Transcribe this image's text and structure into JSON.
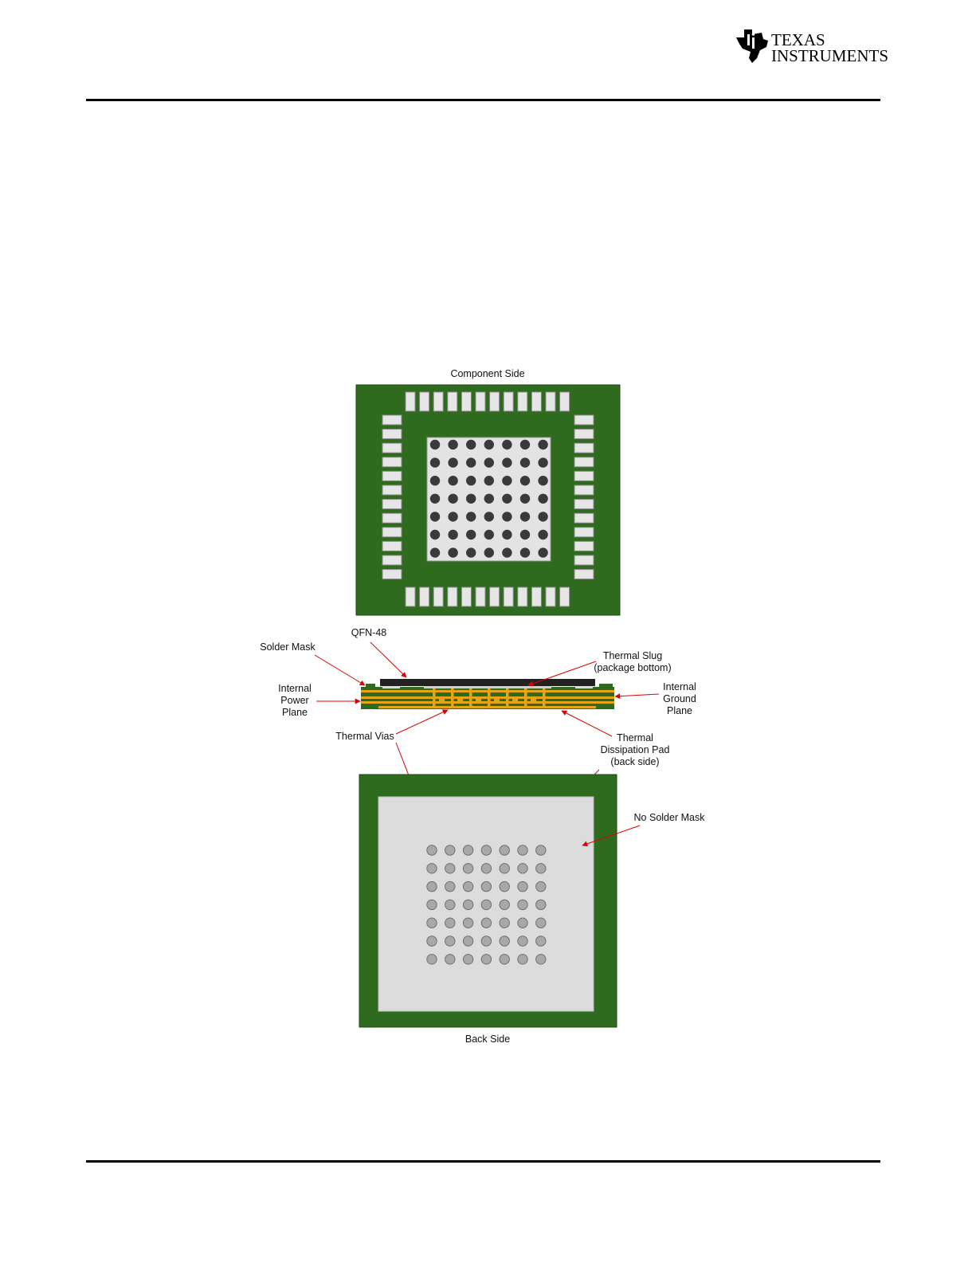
{
  "header": {
    "logo_line1": "TEXAS",
    "logo_line2": "INSTRUMENTS"
  },
  "icons": {
    "logo": "ti-logo-icon"
  },
  "colors": {
    "board_green": "#2f6b1f",
    "pad_fill": "#e6e6e6",
    "via_dark": "#3a3a3a",
    "via_gray": "#a8a8a8",
    "copper": "#e8a316",
    "arrow": "#e00000"
  },
  "diagram": {
    "component_side_label": "Component Side",
    "back_side_label": "Back Side",
    "qfn_label": "QFN-48",
    "solder_mask_label": "Solder Mask",
    "thermal_slug_line1": "Thermal Slug",
    "thermal_slug_line2": "(package bottom)",
    "internal_power_line1": "Internal",
    "internal_power_line2": "Power",
    "internal_power_line3": "Plane",
    "internal_ground_line1": "Internal",
    "internal_ground_line2": "Ground",
    "internal_ground_line3": "Plane",
    "thermal_vias_label": "Thermal Vias",
    "thermal_pad_line1": "Thermal",
    "thermal_pad_line2": "Dissipation Pad",
    "thermal_pad_line3": "(back side)",
    "no_solder_mask_label": "No Solder Mask"
  }
}
